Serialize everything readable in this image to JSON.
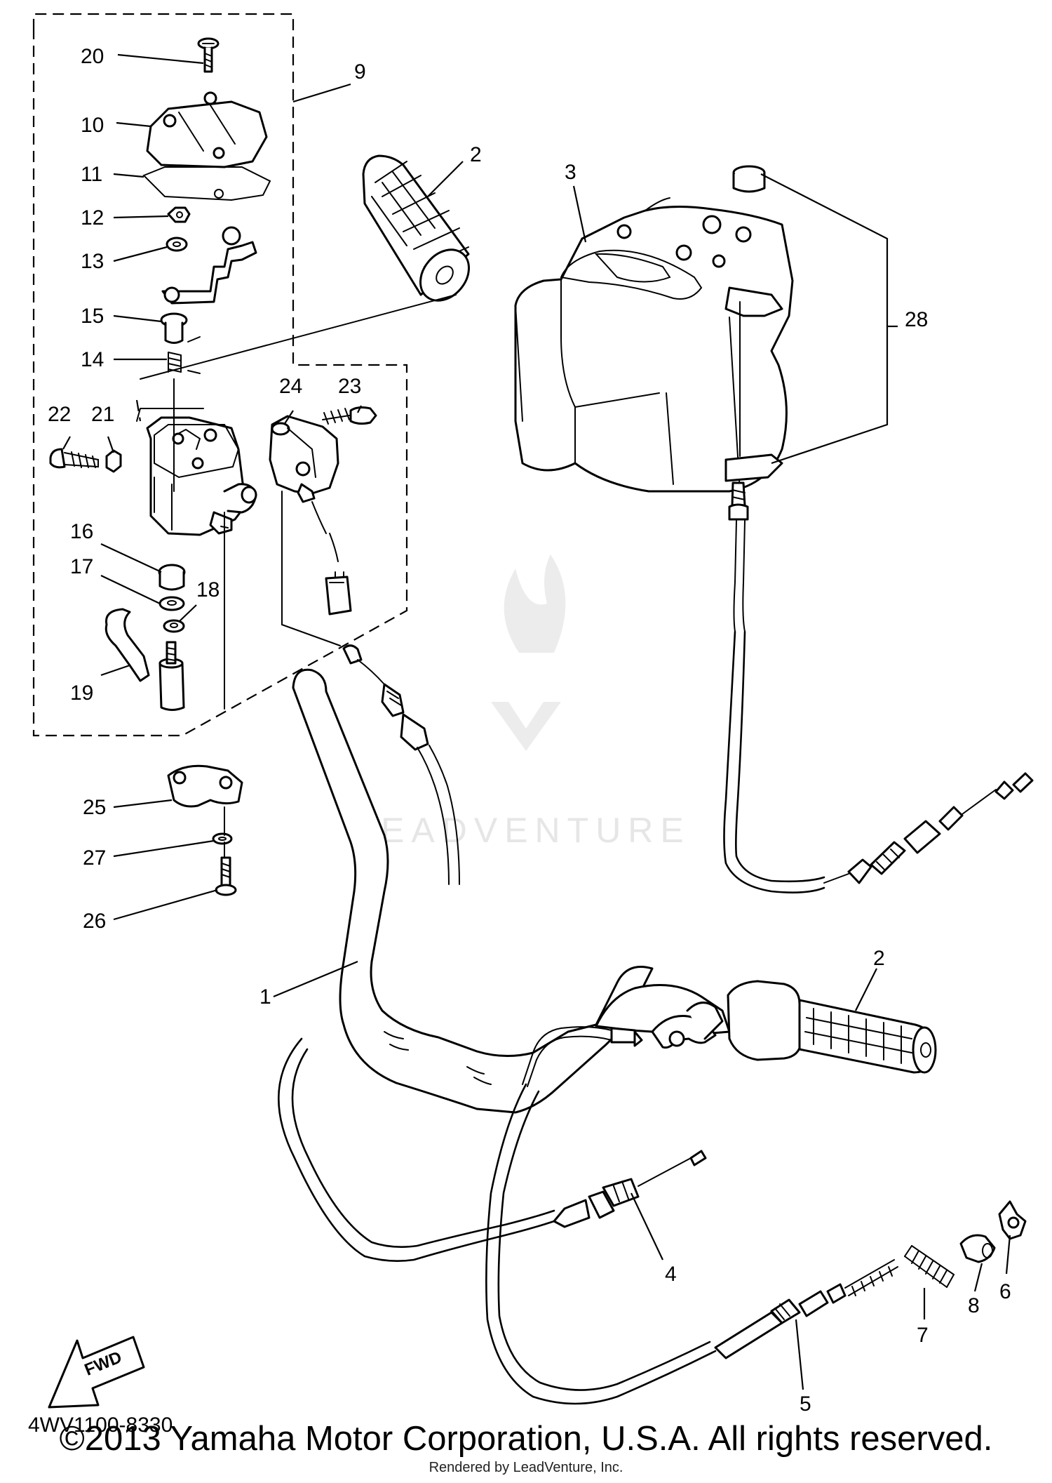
{
  "callouts": {
    "n1": "1",
    "n2a": "2",
    "n2b": "2",
    "n3": "3",
    "n4": "4",
    "n5": "5",
    "n6": "6",
    "n7": "7",
    "n8": "8",
    "n9": "9",
    "n10": "10",
    "n11": "11",
    "n12": "12",
    "n13": "13",
    "n14": "14",
    "n15": "15",
    "n16": "16",
    "n17": "17",
    "n18": "18",
    "n19": "19",
    "n20": "20",
    "n21": "21",
    "n22": "22",
    "n23": "23",
    "n24": "24",
    "n25": "25",
    "n26": "26",
    "n27": "27",
    "n28": "28"
  },
  "fwd_label": "FWD",
  "diagram_code": "4WV1100-8330",
  "watermark": "LEADVENTURE",
  "copyright": "©2013 Yamaha Motor Corporation, U.S.A. All rights reserved.",
  "rendered_by": "Rendered by LeadVenture, Inc."
}
